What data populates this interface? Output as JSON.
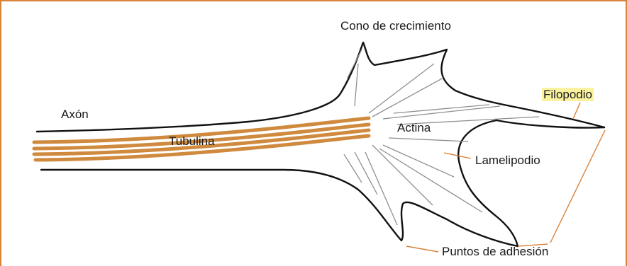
{
  "labels": {
    "growth_cone": "Cono de crecimiento",
    "axon": "Axón",
    "tubulin": "Tubulina",
    "actin": "Actina",
    "filopodium": "Filopodio",
    "lamellipodium": "Lamelipodio",
    "adhesion_points": "Puntos de adhesión"
  },
  "colors": {
    "frame": "#d9823a",
    "tubulin": "#cf8a3e",
    "outline": "#111111",
    "actin_filaments": "#8f8f8f",
    "leader_lines": "#d9823a",
    "highlight": "#fbf2a0"
  }
}
